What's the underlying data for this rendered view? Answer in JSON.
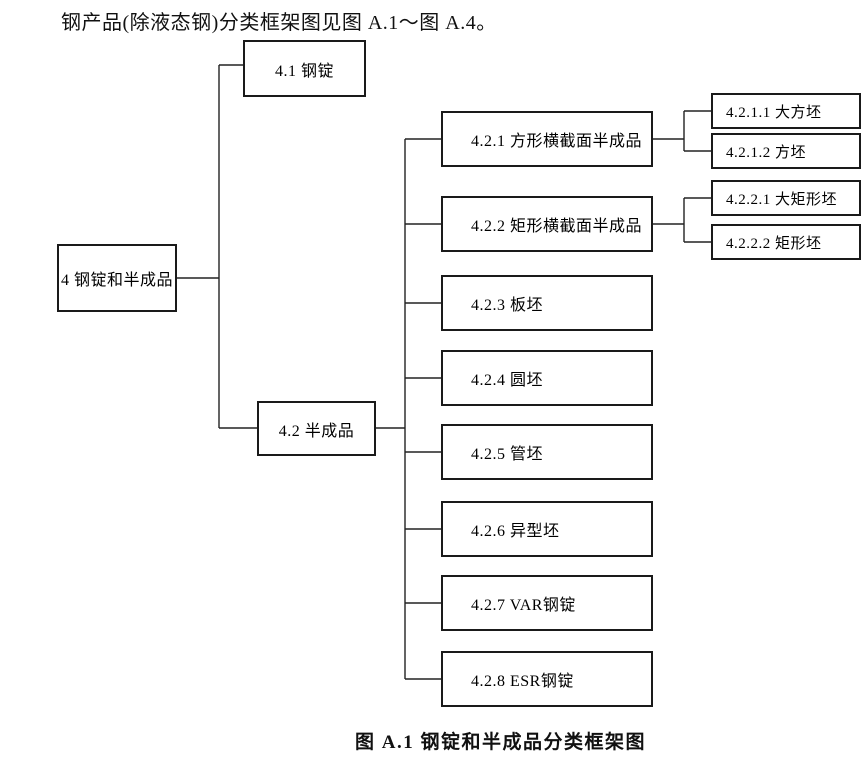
{
  "page": {
    "intro_text": "钢产品(除液态钢)分类框架图见图 A.1～图 A.4。",
    "figure_caption": "图 A.1  钢锭和半成品分类框架图"
  },
  "nodes": {
    "root": "4 钢锭和半成品",
    "n4_1": "4.1 钢锭",
    "n4_2": "4.2 半成品",
    "n4_2_1": "4.2.1 方形横截面半成品",
    "n4_2_1_1": "4.2.1.1 大方坯",
    "n4_2_1_2": "4.2.1.2 方坯",
    "n4_2_2": "4.2.2 矩形横截面半成品",
    "n4_2_2_1": "4.2.2.1 大矩形坯",
    "n4_2_2_2": "4.2.2.2 矩形坯",
    "n4_2_3": "4.2.3 板坯",
    "n4_2_4": "4.2.4 圆坯",
    "n4_2_5": "4.2.5 管坯",
    "n4_2_6": "4.2.6 异型坯",
    "n4_2_7": "4.2.7 VAR钢锭",
    "n4_2_8": "4.2.8 ESR钢锭"
  },
  "hierarchy": {
    "4 钢锭和半成品": {
      "4.1 钢锭": {},
      "4.2 半成品": {
        "4.2.1 方形横截面半成品": {
          "children": [
            "4.2.1.1 大方坯",
            "4.2.1.2 方坯"
          ]
        },
        "4.2.2 矩形横截面半成品": {
          "children": [
            "4.2.2.1 大矩形坯",
            "4.2.2.2 矩形坯"
          ]
        },
        "4.2.3 板坯": {},
        "4.2.4 圆坯": {},
        "4.2.5 管坯": {},
        "4.2.6 异型坯": {},
        "4.2.7 VAR钢锭": {},
        "4.2.8 ESR钢锭": {}
      }
    }
  },
  "colors": {
    "background": "#ffffff",
    "line": "#222222",
    "box_border": "#1a1a1a",
    "text": "#000000"
  }
}
